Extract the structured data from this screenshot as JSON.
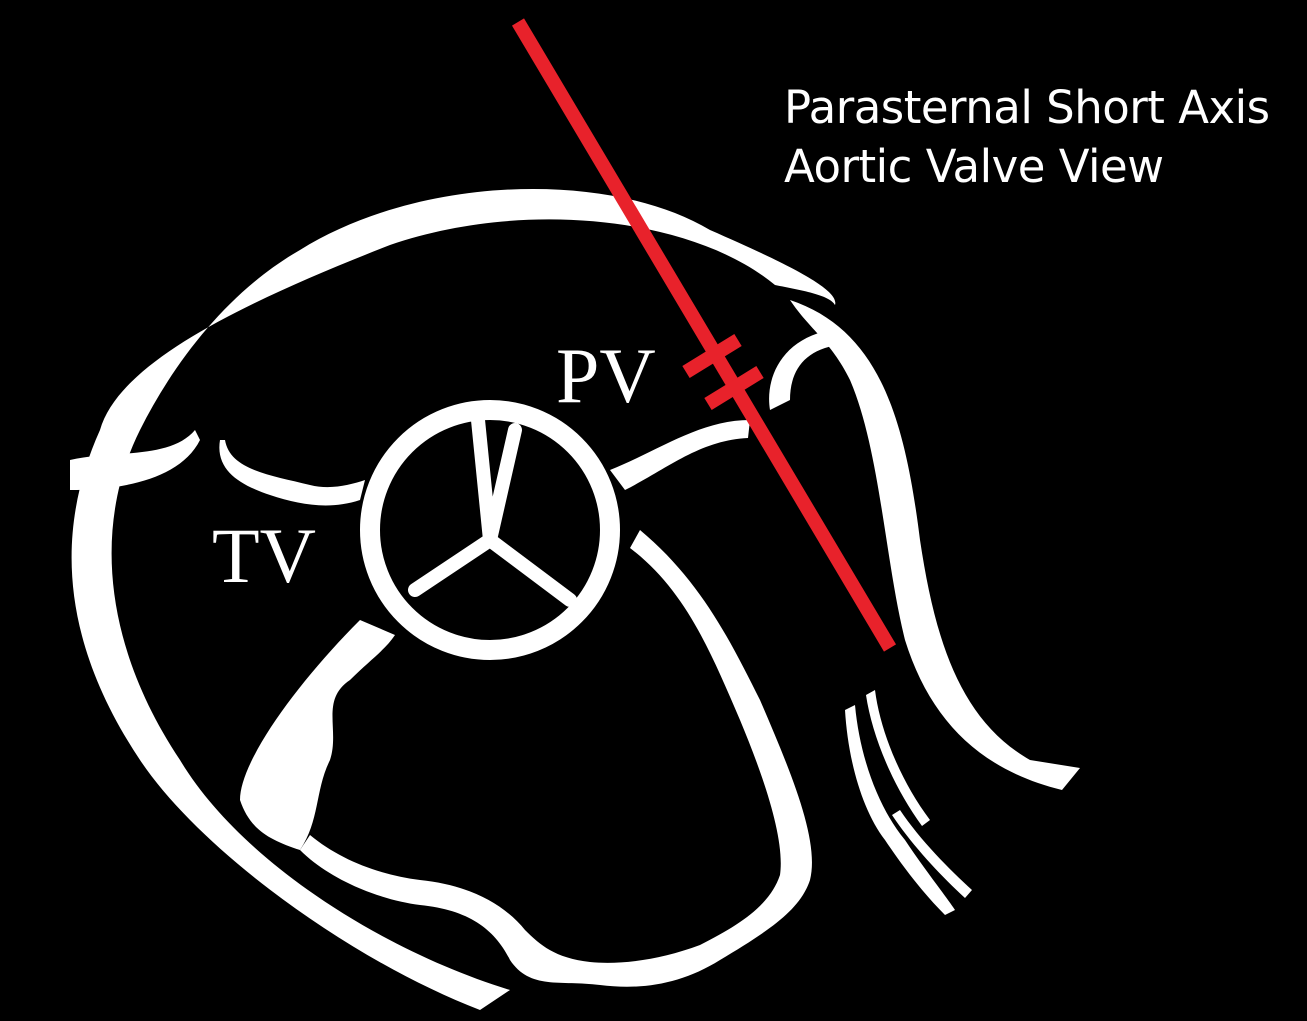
{
  "title": {
    "line1": "Parasternal Short Axis",
    "line2": "Aortic Valve View"
  },
  "labels": {
    "pulmonary_valve": "PV",
    "tricuspid_valve": "TV"
  },
  "colors": {
    "background": "#000000",
    "anatomy": "#ffffff",
    "scan_plane": "#e8222b"
  }
}
